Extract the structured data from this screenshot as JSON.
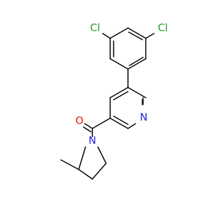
{
  "molecule": {
    "atoms": {
      "cl_left": "Cl",
      "cl_right": "Cl",
      "n_pyridine": "N",
      "o_carbonyl": "O",
      "n_pyrrolidine": "N"
    },
    "colors": {
      "bond": "#000000",
      "chlorine": "#1fa01f",
      "nitrogen": "#2020e0",
      "oxygen": "#ee1a1a"
    }
  }
}
